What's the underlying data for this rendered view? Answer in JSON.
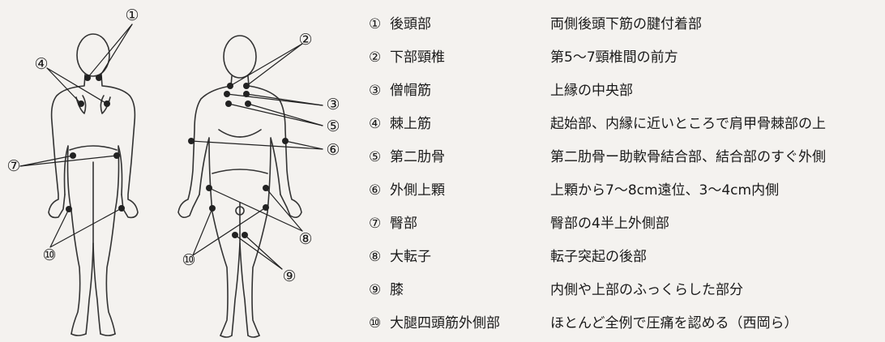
{
  "points": [
    {
      "num": "①",
      "name": "後頭部",
      "desc": "両側後頭下筋の腱付着部"
    },
    {
      "num": "②",
      "name": "下部頸椎",
      "desc": "第5～7頸椎間の前方"
    },
    {
      "num": "③",
      "name": "僧帽筋",
      "desc": "上縁の中央部"
    },
    {
      "num": "④",
      "name": "棘上筋",
      "desc": "起始部、内縁に近いところで肩甲骨棘部の上"
    },
    {
      "num": "⑤",
      "name": "第二肋骨",
      "desc": "第二肋骨ー助軟骨結合部、結合部のすぐ外側"
    },
    {
      "num": "⑥",
      "name": "外側上顆",
      "desc": "上顆から7～8cm遠位、3～4cm内側"
    },
    {
      "num": "⑦",
      "name": "臀部",
      "desc": "臀部の4半上外側部"
    },
    {
      "num": "⑧",
      "name": "大転子",
      "desc": "転子突起の後部"
    },
    {
      "num": "⑨",
      "name": "膝",
      "desc": "内側や上部のふっくらした部分"
    },
    {
      "num": "⑩",
      "name": "大腿四頭筋外側部",
      "desc": "ほとんど全例で圧痛を認める（西岡ら）"
    }
  ],
  "figure_labels": {
    "back_1": "①",
    "back_4": "④",
    "back_7": "⑦",
    "back_10": "⑩",
    "front_2": "②",
    "front_3": "③",
    "front_5": "⑤",
    "front_6": "⑥",
    "front_8": "⑧",
    "front_9": "⑨",
    "front_10": "⑩"
  }
}
